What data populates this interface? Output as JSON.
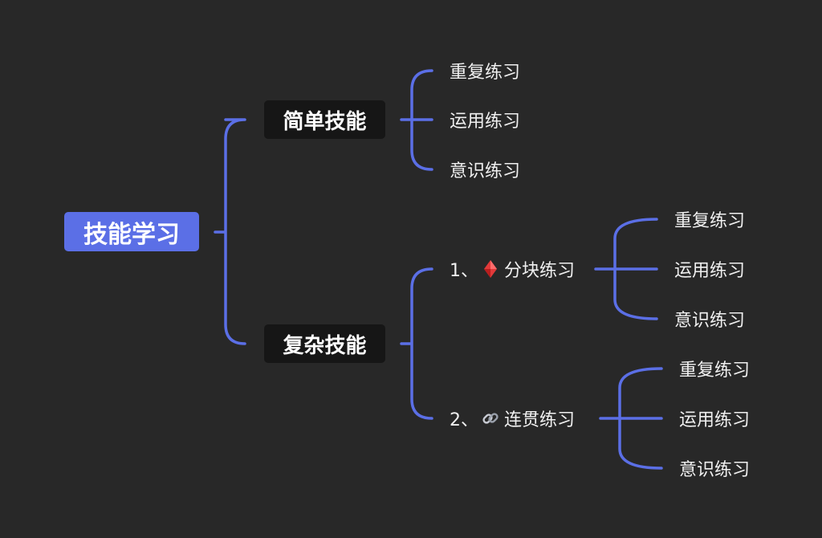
{
  "mindmap": {
    "root": {
      "label": "技能学习"
    },
    "simple": {
      "label": "简单技能",
      "children": [
        "重复练习",
        "运用练习",
        "意识练习"
      ]
    },
    "complex": {
      "label": "复杂技能",
      "chunk": {
        "prefix": "1、",
        "icon": "red-diamond-icon",
        "label": "分块练习",
        "children": [
          "重复练习",
          "运用练习",
          "意识练习"
        ]
      },
      "coherent": {
        "prefix": "2、",
        "icon": "link-icon",
        "label": "连贯练习",
        "children": [
          "重复练习",
          "运用练习",
          "意识练习"
        ]
      }
    }
  },
  "colors": {
    "background": "#282828",
    "accent": "#5b6fe6",
    "branch_fill": "#161616",
    "text": "#f0f0f0",
    "diamond": "#e23a3a"
  }
}
